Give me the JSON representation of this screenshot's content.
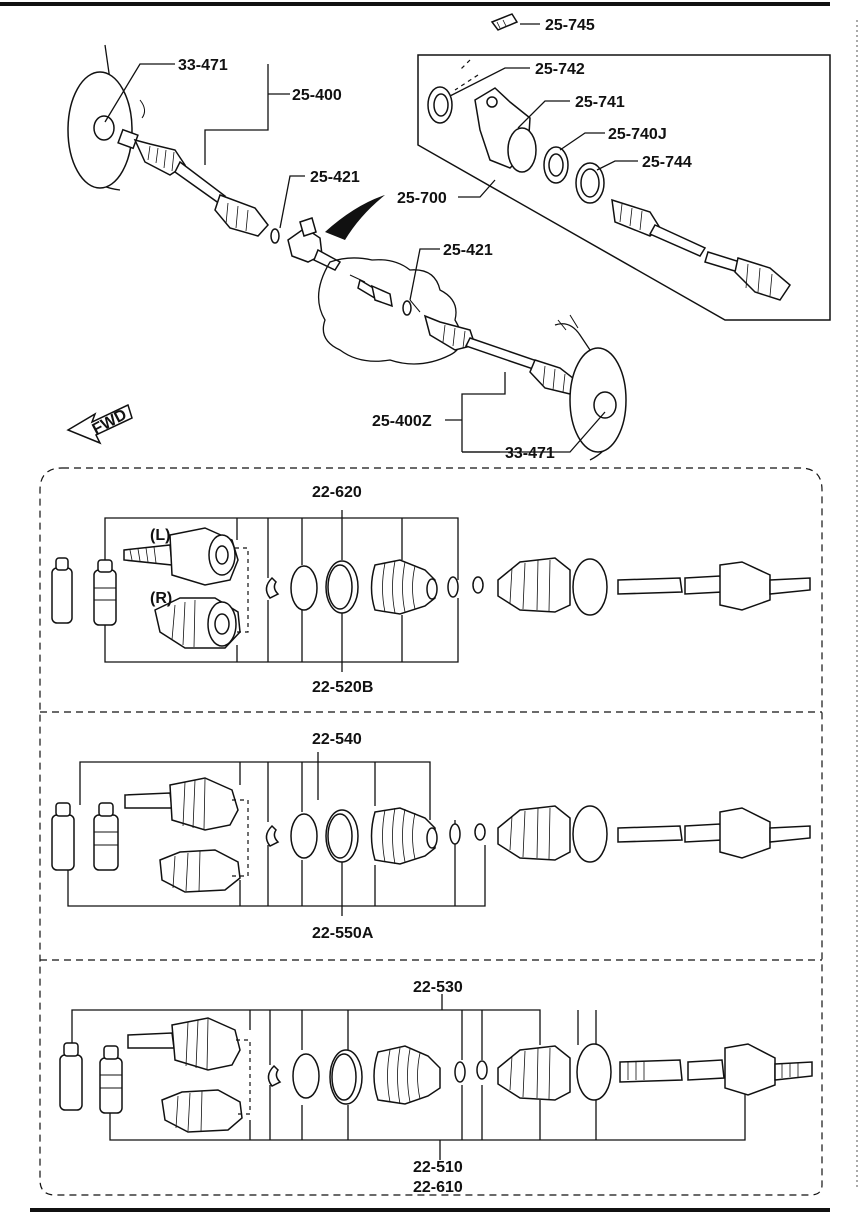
{
  "top": {
    "labels": {
      "l33471a": "33-471",
      "l25400": "25-400",
      "l25421a": "25-421",
      "l25421b": "25-421",
      "l25400z": "25-400Z",
      "l33471b": "33-471",
      "l25745": "25-745",
      "l25742": "25-742",
      "l25741": "25-741",
      "l25740j": "25-740J",
      "l25744": "25-744",
      "l25700": "25-700"
    },
    "fwd_label": "FWD"
  },
  "panel1": {
    "top_label": "22-620",
    "bottom_label": "22-520B",
    "left_tag": "(L)",
    "right_tag": "(R)"
  },
  "panel2": {
    "top_label": "22-540",
    "bottom_label": "22-550A"
  },
  "panel3": {
    "top_label": "22-530",
    "bottom_label_1": "22-510",
    "bottom_label_2": "22-610"
  },
  "colors": {
    "ink": "#111111",
    "paper": "#ffffff"
  }
}
